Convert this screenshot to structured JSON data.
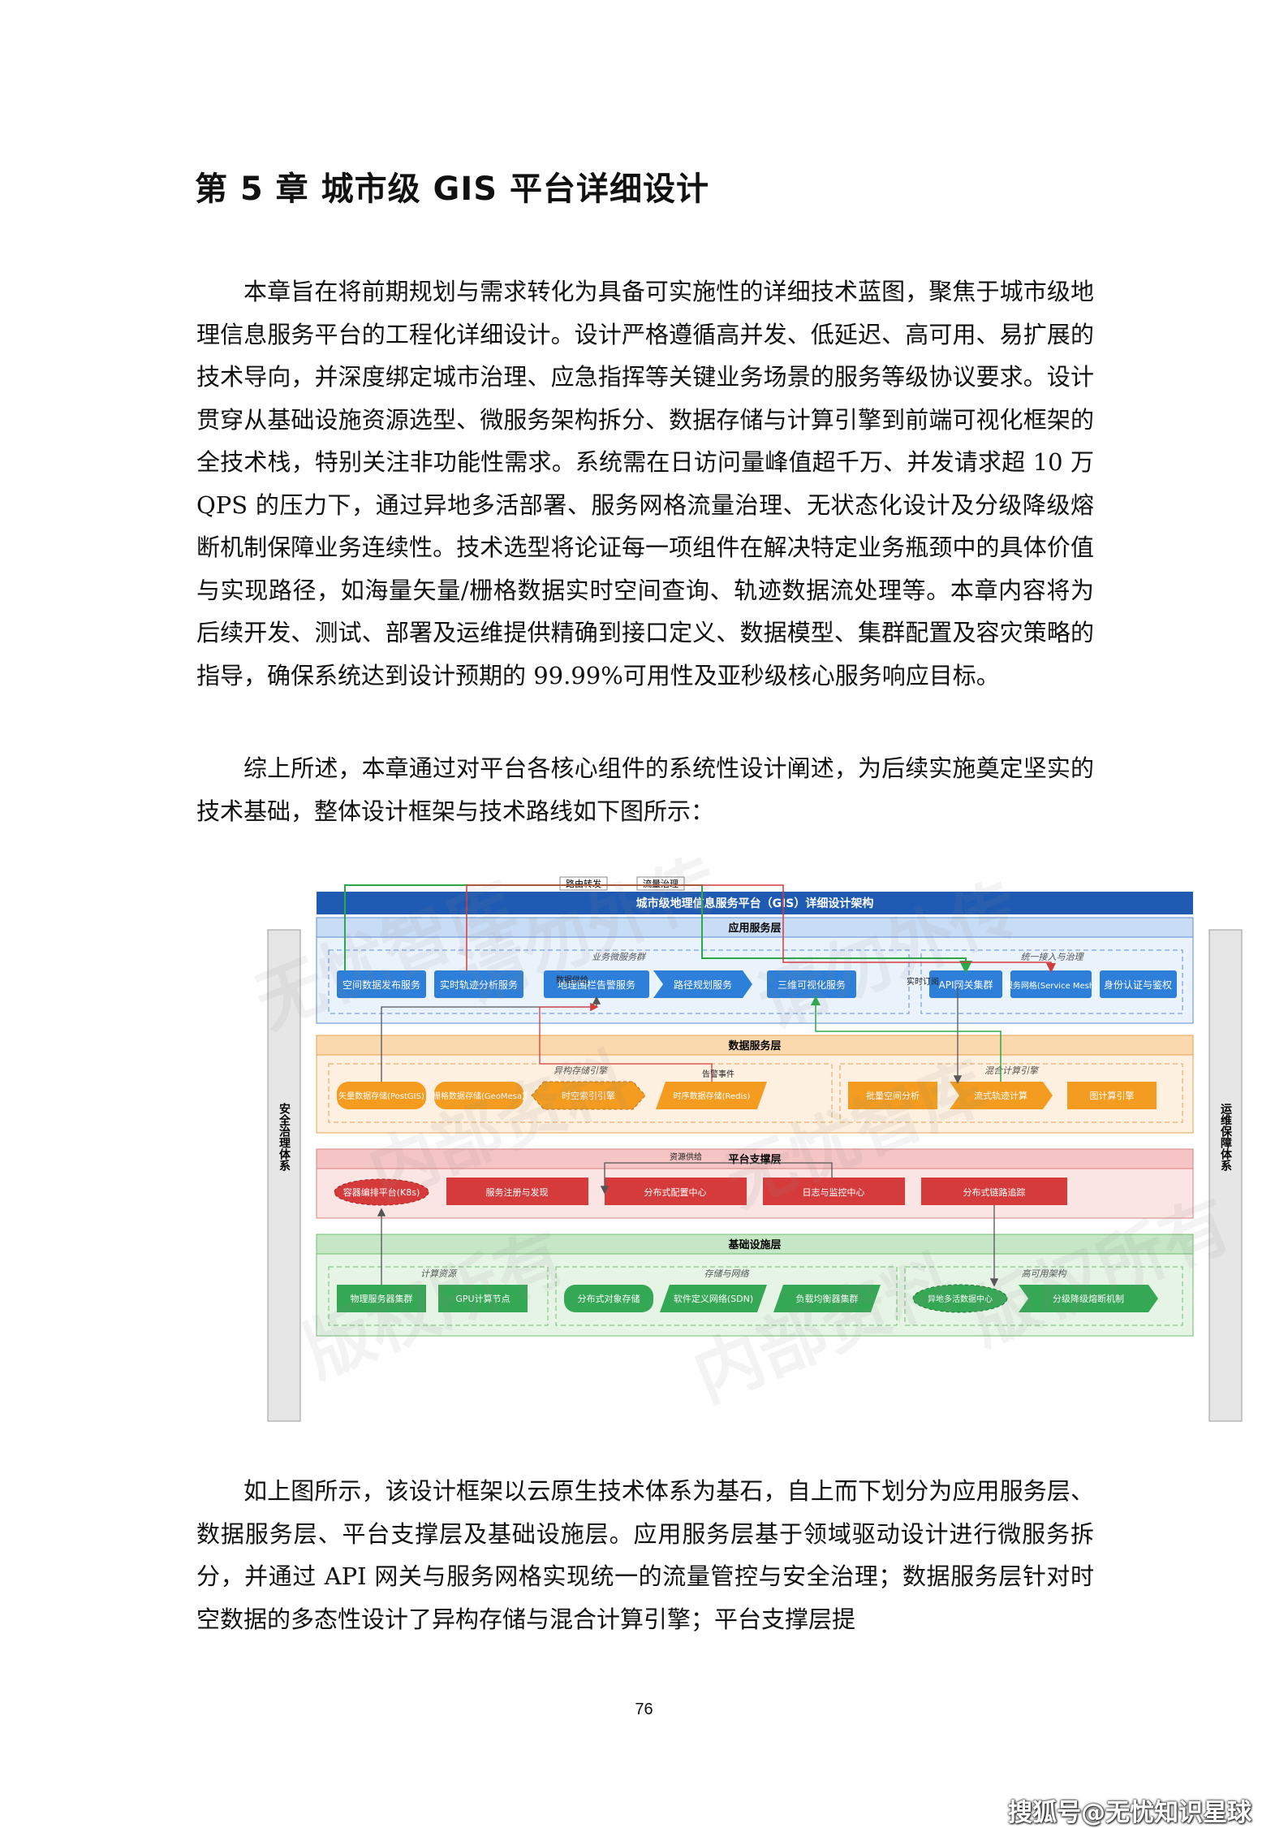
{
  "title": "第 5 章  城市级 GIS 平台详细设计",
  "paragraphs": [
    "本章旨在将前期规划与需求转化为具备可实施性的详细技术蓝图，聚焦于城市级地理信息服务平台的工程化详细设计。设计严格遵循高并发、低延迟、高可用、易扩展的技术导向，并深度绑定城市治理、应急指挥等关键业务场景的服务等级协议要求。设计贯穿从基础设施资源选型、微服务架构拆分、数据存储与计算引擎到前端可视化框架的全技术栈，特别关注非功能性需求。系统需在日访问量峰值超千万、并发请求超 10 万 QPS 的压力下，通过异地多活部署、服务网格流量治理、无状态化设计及分级降级熔断机制保障业务连续性。技术选型将论证每一项组件在解决特定业务瓶颈中的具体价值与实现路径，如海量矢量/栅格数据实时空间查询、轨迹数据流处理等。本章内容将为后续开发、测试、部署及运维提供精确到接口定义、数据模型、集群配置及容灾策略的指导，确保系统达到设计预期的 99.99%可用性及亚秒级核心服务响应目标。",
    "综上所述，本章通过对平台各核心组件的系统性设计阐述，为后续实施奠定坚实的技术基础，整体设计框架与技术路线如下图所示：",
    "如上图所示，该设计框架以云原生技术体系为基石，自上而下划分为应用服务层、数据服务层、平台支撑层及基础设施层。应用服务层基于领域驱动设计进行微服务拆分，并通过 API 网关与服务网格实现统一的流量管控与安全治理；数据服务层针对时空数据的多态性设计了异构存储与混合计算引擎；平台支撑层提"
  ],
  "page_number": "76",
  "source_mark": "搜狐号@无忧知识星球",
  "watermarks": [
    "内部资料",
    "请勿外传",
    "版权所有",
    "无忧智库"
  ],
  "diagram": {
    "title": "城市级地理信息服务平台（GIS）详细设计架构",
    "top_labels": [
      "路由转发",
      "流量治理"
    ],
    "left_side": "安全治理体系",
    "right_side": "运维保障体系",
    "colors": {
      "header": "#1f5bb3",
      "app": "#2e7fd9",
      "data": "#f39c1f",
      "platform": "#d63b3b",
      "infra": "#35a855"
    },
    "layers": {
      "app": {
        "label": "应用服务层",
        "group_left": "业务微服务群",
        "group_right": "统一接入与治理",
        "nodes": [
          "空间数据发布服务",
          "实时轨迹分析服务",
          "地理围栏告警服务",
          "路径规划服务",
          "三维可视化服务",
          "API网关集群",
          "服务网格(Service Mesh)",
          "身份认证与鉴权"
        ]
      },
      "data": {
        "label": "数据服务层",
        "group_left": "异构存储引擎",
        "group_right": "混合计算引擎",
        "nodes": [
          "矢量数据存储(PostGIS)",
          "栅格数据存储(GeoMesa)",
          "时空索引引擎",
          "时序数据存储(Redis)",
          "批量空间分析",
          "流式轨迹计算",
          "图计算引擎"
        ]
      },
      "platform": {
        "label": "平台支撑层",
        "nodes": [
          "容器编排平台(K8s)",
          "服务注册与发现",
          "分布式配置中心",
          "日志与监控中心",
          "分布式链路追踪"
        ]
      },
      "infra": {
        "label": "基础设施层",
        "group_left": "计算资源",
        "group_mid": "存储与网络",
        "group_right": "高可用架构",
        "nodes": [
          "物理服务器集群",
          "GPU计算节点",
          "分布式对象存储",
          "软件定义网络(SDN)",
          "负载均衡器集群",
          "异地多活数据中心",
          "分级降级熔断机制"
        ]
      }
    },
    "flow_labels": [
      "数据供给",
      "实时订阅",
      "告警事件",
      "资源供给"
    ]
  }
}
